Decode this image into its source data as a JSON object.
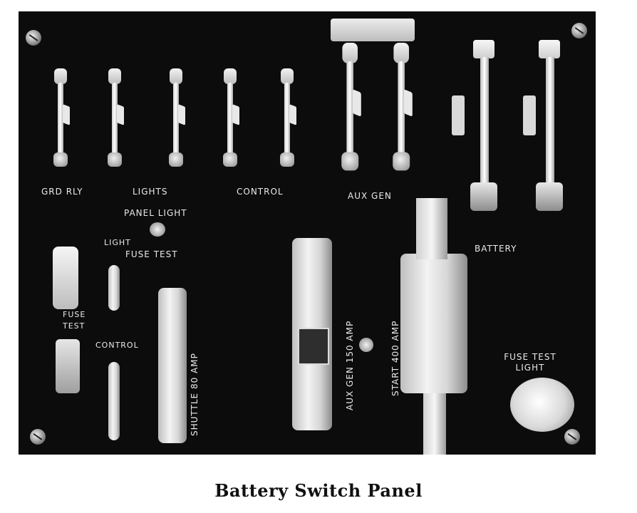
{
  "caption": "Battery Switch Panel",
  "panel_labels": {
    "grd_rly": "GRD RLY",
    "lights": "LIGHTS",
    "control": "CONTROL",
    "aux_gen": "AUX GEN",
    "panel_light": "PANEL LIGHT",
    "light": "LIGHT",
    "fuse_test": "FUSE TEST",
    "fuse_test_side": "FUSE TEST",
    "control_fuse": "CONTROL",
    "battery": "BATTERY",
    "fuse_test_light": "FUSE TEST LIGHT",
    "fuse_rating_small": "SHUTTLE  80 AMP",
    "fuse_rating_aux": "AUX GEN 150 AMP",
    "fuse_rating_start": "START 400 AMP"
  }
}
